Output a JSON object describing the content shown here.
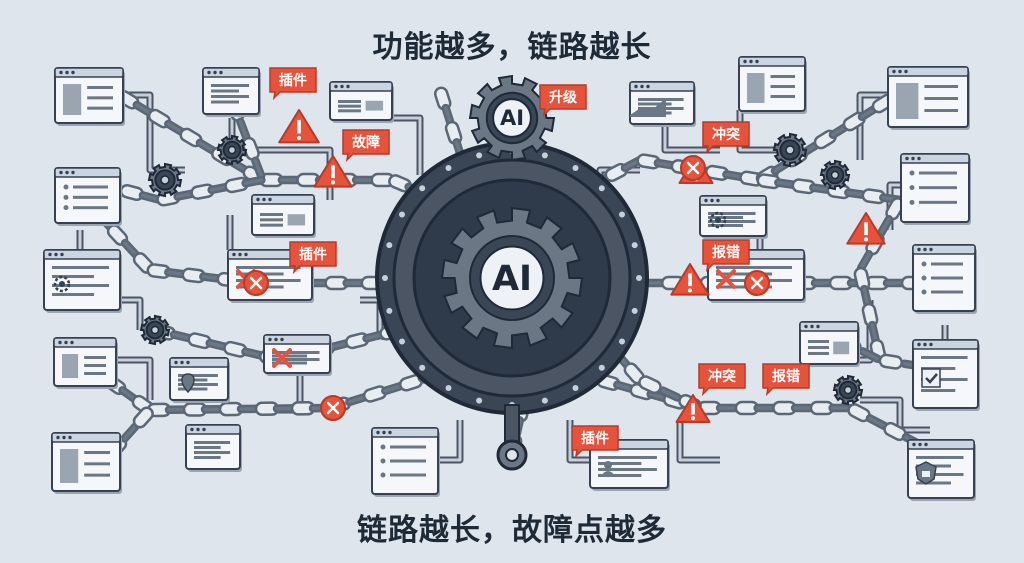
{
  "title": "功能越多，链路越长",
  "subtitle": "链路越长，故障点越多",
  "hub_label": "AI",
  "top_gear_label": "AI",
  "colors": {
    "background": "#dfe5ec",
    "chain": "#5b6775",
    "gear": "#4b5563",
    "hub": "#2f3b4a",
    "window_border": "#374151",
    "window_bar": "#cbd5e1",
    "warning": "#e5533d",
    "tag": "#e5533d"
  },
  "tags": [
    {
      "label": "插件"
    },
    {
      "label": "故障"
    },
    {
      "label": "升级"
    },
    {
      "label": "冲突"
    },
    {
      "label": "插件"
    },
    {
      "label": "报错"
    },
    {
      "label": "冲突"
    },
    {
      "label": "报错"
    },
    {
      "label": "插件"
    }
  ],
  "warning_count": 6,
  "error_marker_count": 4,
  "window_icons": [
    "gear-icon",
    "location-pin-icon",
    "user-icon",
    "lock-shield-icon",
    "checkmark-icon",
    "chart-icon"
  ]
}
